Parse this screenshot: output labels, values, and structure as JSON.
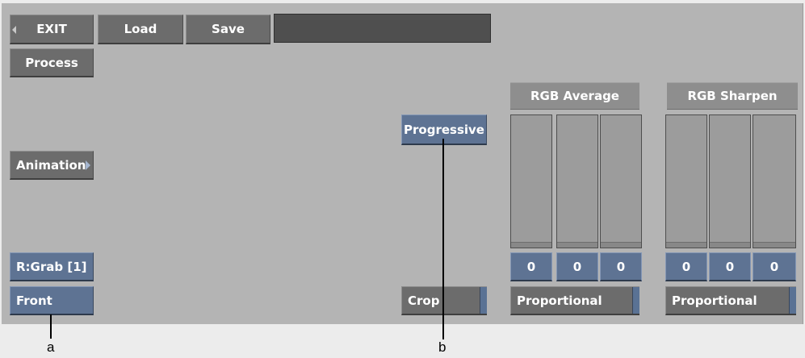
{
  "toolbar": {
    "exit_label": "EXIT",
    "load_label": "Load",
    "save_label": "Save",
    "process_label": "Process"
  },
  "left": {
    "animation_label": "Animation",
    "grab_label": "R:Grab [1]",
    "front_label": "Front"
  },
  "middle": {
    "progressive_label": "Progressive",
    "crop_label": "Crop"
  },
  "rgb_average": {
    "title": "RGB Average",
    "values": [
      "0",
      "0",
      "0"
    ],
    "mode": "Proportional"
  },
  "rgb_sharpen": {
    "title": "RGB Sharpen",
    "values": [
      "0",
      "0",
      "0"
    ],
    "mode": "Proportional"
  },
  "callouts": {
    "a": "a",
    "b": "b"
  },
  "colors": {
    "panel": "#b4b4b4",
    "gray_button": "#6c6c6c",
    "blue_button": "#5e7393",
    "text": "#ffffff"
  }
}
